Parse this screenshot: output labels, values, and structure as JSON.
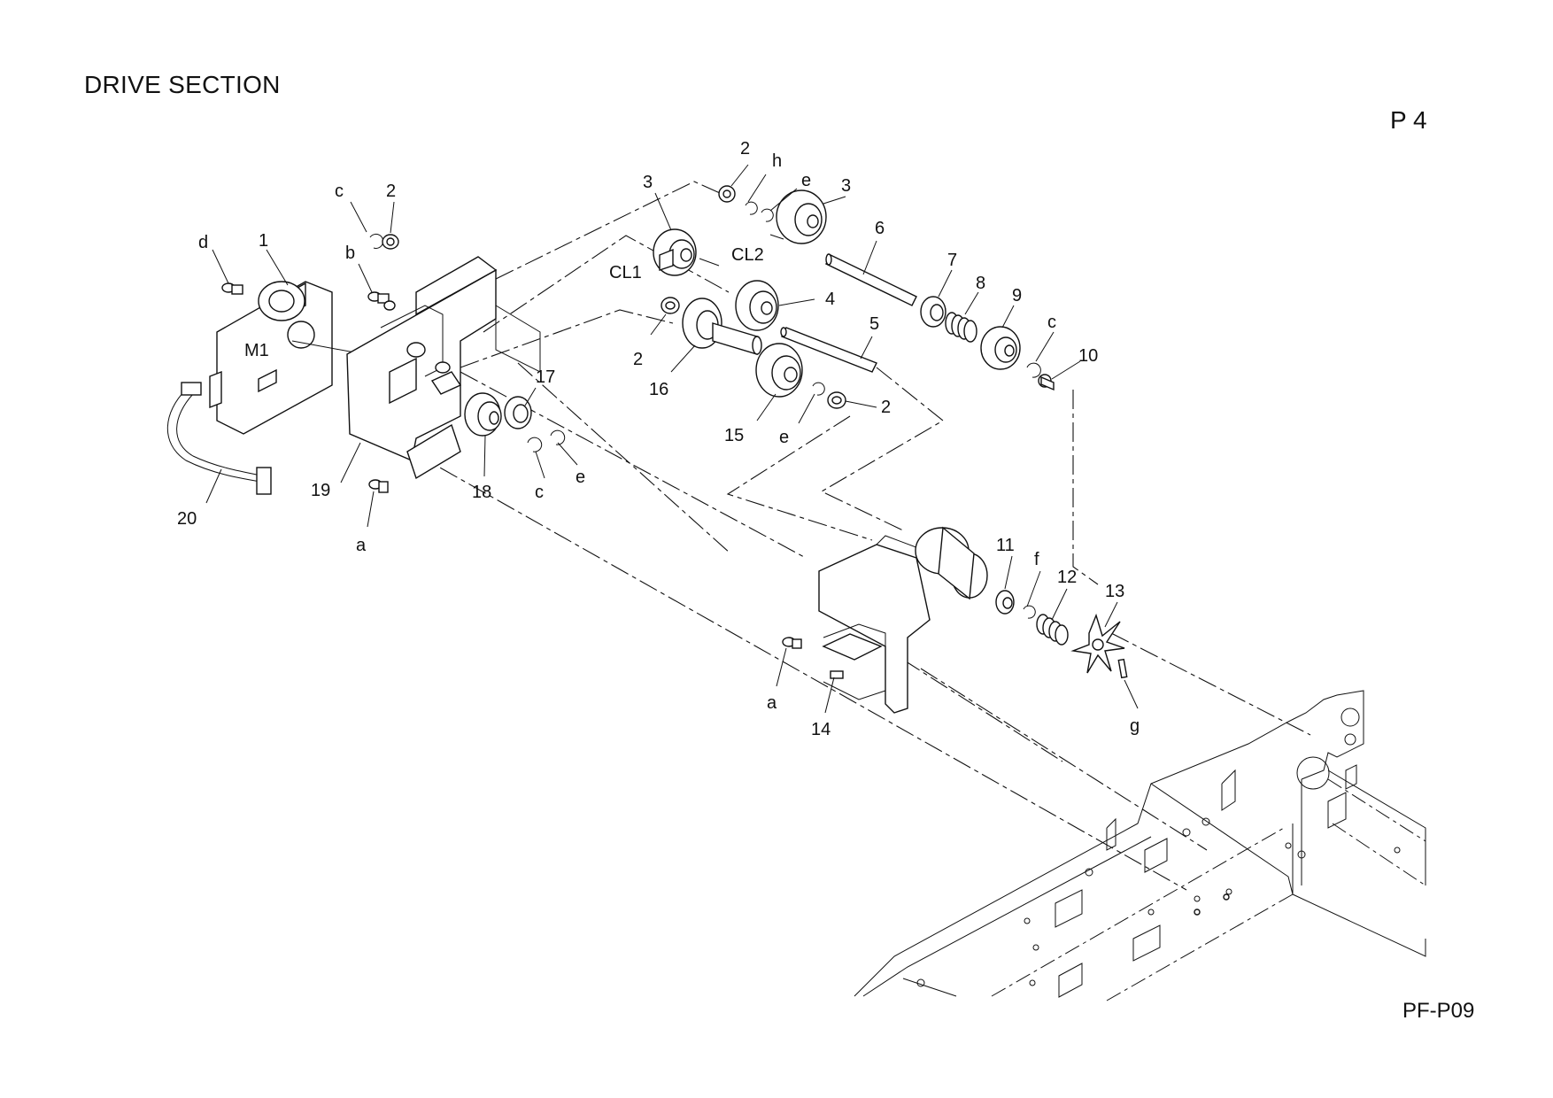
{
  "page": {
    "title": "DRIVE SECTION",
    "page_number": "P 4",
    "code": "PF-P09"
  },
  "callouts": [
    {
      "id": "lbl-d-1",
      "text": "d"
    },
    {
      "id": "lbl-1",
      "text": "1"
    },
    {
      "id": "lbl-m1",
      "text": "M1"
    },
    {
      "id": "lbl-c-1",
      "text": "c"
    },
    {
      "id": "lbl-2-1",
      "text": "2"
    },
    {
      "id": "lbl-b",
      "text": "b"
    },
    {
      "id": "lbl-19",
      "text": "19"
    },
    {
      "id": "lbl-20",
      "text": "20"
    },
    {
      "id": "lbl-a-1",
      "text": "a"
    },
    {
      "id": "lbl-17",
      "text": "17"
    },
    {
      "id": "lbl-18",
      "text": "18"
    },
    {
      "id": "lbl-c-2",
      "text": "c"
    },
    {
      "id": "lbl-e-1",
      "text": "e"
    },
    {
      "id": "lbl-3-1",
      "text": "3"
    },
    {
      "id": "lbl-cl1",
      "text": "CL1"
    },
    {
      "id": "lbl-2-2",
      "text": "2"
    },
    {
      "id": "lbl-16",
      "text": "16"
    },
    {
      "id": "lbl-4",
      "text": "4"
    },
    {
      "id": "lbl-15",
      "text": "15"
    },
    {
      "id": "lbl-e-2",
      "text": "e"
    },
    {
      "id": "lbl-2-3",
      "text": "2"
    },
    {
      "id": "lbl-5",
      "text": "5"
    },
    {
      "id": "lbl-2-4",
      "text": "2"
    },
    {
      "id": "lbl-h",
      "text": "h"
    },
    {
      "id": "lbl-e-3",
      "text": "e"
    },
    {
      "id": "lbl-3-2",
      "text": "3"
    },
    {
      "id": "lbl-cl2",
      "text": "CL2"
    },
    {
      "id": "lbl-6",
      "text": "6"
    },
    {
      "id": "lbl-7",
      "text": "7"
    },
    {
      "id": "lbl-8",
      "text": "8"
    },
    {
      "id": "lbl-9",
      "text": "9"
    },
    {
      "id": "lbl-c-3",
      "text": "c"
    },
    {
      "id": "lbl-10",
      "text": "10"
    },
    {
      "id": "lbl-11",
      "text": "11"
    },
    {
      "id": "lbl-f",
      "text": "f"
    },
    {
      "id": "lbl-12",
      "text": "12"
    },
    {
      "id": "lbl-13",
      "text": "13"
    },
    {
      "id": "lbl-g",
      "text": "g"
    },
    {
      "id": "lbl-a-2",
      "text": "a"
    },
    {
      "id": "lbl-14",
      "text": "14"
    }
  ]
}
